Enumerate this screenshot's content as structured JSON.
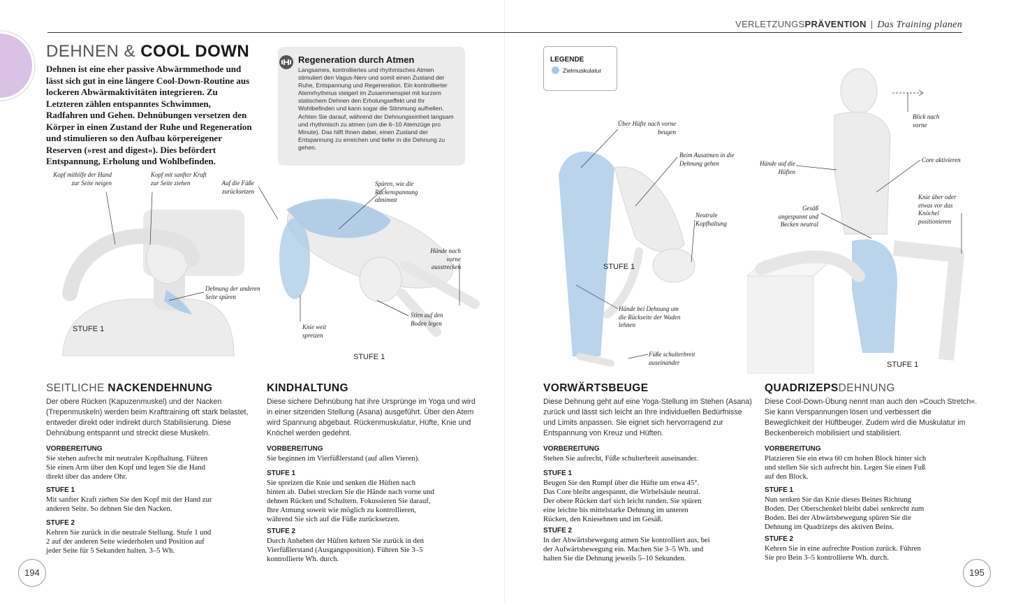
{
  "header": {
    "section_light": "VERLETZUNGS",
    "section_bold": "PRÄVENTION",
    "separator": "|",
    "chapter": "Das Training planen"
  },
  "title": {
    "light": "DEHNEN & ",
    "bold": "COOL DOWN"
  },
  "intro": "Dehnen ist eine eher passive Abwärmmethode und lässt sich gut in eine längere Cool-Down-Routine aus lockeren Abwärmaktivitäten integrieren. Zu Letzteren zählen entspanntes Schwimmen, Radfahren und Gehen. Dehnübungen versetzen den Körper in einen Zustand der Ruhe und Regeneration und stimulieren so den Aufbau körpereigener Reserven (»rest and digest«). Dies befördert Entspannung, Erholung und Wohlbefinden.",
  "box": {
    "icon": "dumbbell-icon",
    "title": "Regeneration durch Atmen",
    "text": "Langsames, kontrolliertes und rhythmisches Atmen stimuliert den Vagus-Nerv und somit einen Zustand der Ruhe, Entspannung und Regeneration. Ein kontrollierter Atemrhythmus steigert im Zusammenspiel mit kurzem statischem Dehnen den Erholungseffekt und Ihr Wohlbefinden und kann sogar die Stimmung aufhellen. Achten Sie darauf, während der Dehnungseinheit langsam und rhythmisch zu atmen (um die 6–10 Atemzüge pro Minute). Das hilft Ihnen dabei, einen Zustand der Entspannung zu erreichen und tiefer in die Dehnung zu gehen."
  },
  "legend": {
    "title": "LEGENDE",
    "label": "Zielmuskulatur",
    "color": "#a8c9e6"
  },
  "colors": {
    "target_muscle": "#a8c9e6",
    "figure": "#ececec",
    "accent_circle": "#d9c2e3"
  },
  "figures": {
    "neck": {
      "annotations": [
        "Kopf mithilfe der Hand zur Seite neigen",
        "Kopf mit sanfter Kraft zur Seite ziehen",
        "Dehnung der anderen Seite spüren"
      ],
      "stage": "STUFE 1"
    },
    "child": {
      "annotations": [
        "Auf die Füße zurücksetzen",
        "Spüren, wie die Rückenspannung abnimmt",
        "Hände nach vorne ausstrecken",
        "Stirn auf den Boden legen",
        "Knie weit spreizen"
      ],
      "stage": "STUFE 1"
    },
    "forward": {
      "annotations": [
        "Über Hüfte nach vorne beugen",
        "Beim Ausatmen in die Dehnung gehen",
        "Neutrale Kopfhaltung",
        "Hände bei Dehnung um die Rückseite der Waden lehnen",
        "Füße schulterbreit auseinander"
      ],
      "stage": "STUFE 1"
    },
    "quad": {
      "annotations": [
        "Blick nach vorne",
        "Hände auf die Hüften",
        "Core aktivieren",
        "Gesäß angespannt und Becken neutral",
        "Knie über oder etwas vor das Knöchel positionieren"
      ],
      "stage": "STUFE 1"
    }
  },
  "sections": [
    {
      "title_light": "SEITLICHE ",
      "title_bold": "NACKENDEHNUNG",
      "title_light_after": "",
      "description": "Der obere Rücken (Kapuzenmuskel) und der Nacken (Trepenmuskeln) werden beim Krafttraining oft stark belastet, entweder direkt oder indirekt durch Stabilisierung. Diese Dehnübung entspannt und streckt diese Muskeln.",
      "steps": [
        {
          "heading": "VORBEREITUNG",
          "text": "Sie stehen aufrecht mit neutraler Kopfhaltung. Führen Sie einen Arm über den Kopf und legen Sie die Hand direkt über das andere Ohr."
        },
        {
          "heading": "STUFE 1",
          "text": "Mit sanfter Kraft ziehen Sie den Kopf mit der Hand zur anderen Seite. So dehnen Sie den Nacken."
        },
        {
          "heading": "STUFE 2",
          "text": "Kehren Sie zurück in die neutrale Stellung. Stufe 1 und 2 auf der anderen Seite wiederholen und Position auf jeder Seite für 5 Sekunden halten. 3–5 Wh."
        }
      ]
    },
    {
      "title_light": "",
      "title_bold": "KINDHALTUNG",
      "title_light_after": "",
      "description": "Diese sichere Dehnübung hat ihre Ursprünge im Yoga und wird in einer sitzenden Stellung (Asana) ausgeführt. Über den Atem wird Spannung abgebaut. Rückenmuskulatur, Hüfte, Knie und Knöchel werden gedehnt.",
      "steps": [
        {
          "heading": "VORBEREITUNG",
          "text": "Sie beginnen im Vierfüßlerstand (auf allen Vieren)."
        },
        {
          "heading": "STUFE 1",
          "text": "Sie spreizen die Knie und senken die Hüften nach hinten ab. Dabei strecken Sie die Hände nach vorne und dehnen Rücken und Schultern. Fokussieren Sie darauf, Ihre Atmung soweit wie möglich zu kontrollieren, während Sie sich auf die Füße zurücksetzen."
        },
        {
          "heading": "STUFE 2",
          "text": "Durch Anheben der Hüften kehren Sie zurück in den Vierfüßlerstand (Ausgangsposition). Führen Sie 3–5 kontrollierte Wh. durch."
        }
      ]
    },
    {
      "title_light": "",
      "title_bold": "VORWÄRTSBEUGE",
      "title_light_after": "",
      "description": "Diese Dehnung geht auf eine Yoga-Stellung im Stehen (Asana) zurück und lässt sich leicht an Ihre individuellen Bedürfnisse und Limits anpassen. Sie eignet sich hervorragend zur Entspannung von Kreuz und Hüften.",
      "steps": [
        {
          "heading": "VORBEREITUNG",
          "text": "Stehen Sie aufrecht, Füße schulterbreit auseinander."
        },
        {
          "heading": "STUFE 1",
          "text": "Beugen Sie den Rumpf über die Hüfte um etwa 45°. Das Core bleibt angespannt, die Wirbelsäule neutral. Der obere Rücken darf sich leicht runden. Sie spüren eine leichte bis mittelstarke Dehnung im unteren Rücken, den Kniesehnen und im Gesäß."
        },
        {
          "heading": "STUFE 2",
          "text": "In der Abwärtsbewegung atmen Sie kontrolliert aus, bei der Aufwärtsbewegung ein. Machen Sie 3–5 Wh. und halten Sie die Dehnung jeweils 5–10 Sekunden."
        }
      ]
    },
    {
      "title_light": "",
      "title_bold": "QUADRIZEPS",
      "title_light_after": "DEHNUNG",
      "description": "Diese Cool-Down-Übung nennt man auch den »Couch Stretch«. Sie kann Verspannungen lösen und verbessert die Beweglichkeit der Hüftbeuger. Zudem wird die Muskulatur im Beckenbereich mobilisiert und stabilisiert.",
      "steps": [
        {
          "heading": "VORBEREITUNG",
          "text": "Platzieren Sie ein etwa 60 cm hohen Block hinter sich und stellen Sie sich aufrecht hin. Legen Sie einen Fuß auf den Block."
        },
        {
          "heading": "STUFE 1",
          "text": "Nun senken Sie das Knie dieses Beines Richtung Boden. Der Oberschenkel bleibt dabei senkrecht zum Boden. Bei der Abwärtsbewegung spüren Sie die Dehnung im Quadrizeps des aktiven Beins."
        },
        {
          "heading": "STUFE 2",
          "text": "Kehren Sie in eine aufrechte Postion zurück. Führen Sie pro Bein 3–5 kontrollierte Wh. durch."
        }
      ]
    }
  ],
  "page_numbers": {
    "left": "194",
    "right": "195"
  }
}
